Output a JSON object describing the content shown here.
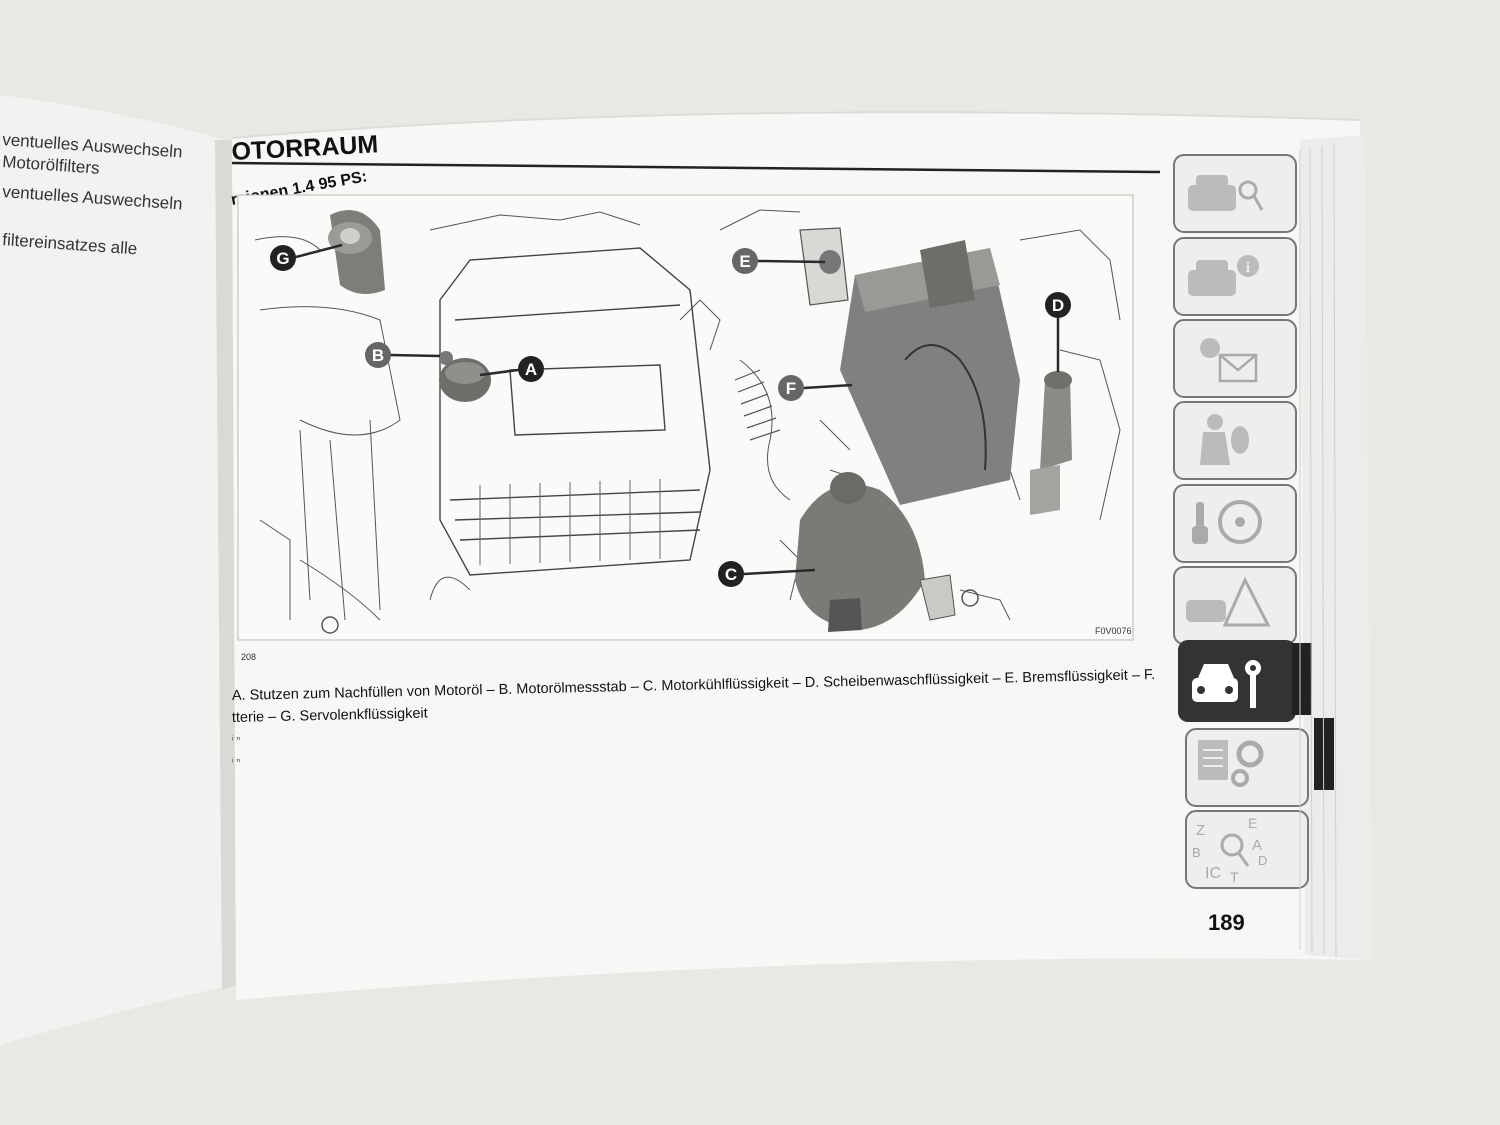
{
  "colors": {
    "background": "#e9e9e6",
    "left_page": "#f4f4f2",
    "right_page": "#f7f7f5",
    "callout": "#555555",
    "active_tab": "#333333"
  },
  "left_page": {
    "lines": [
      "ventuelles Auswechseln",
      "Motorölfilters",
      "ventuelles Auswechseln",
      "filtereinsatzes alle"
    ]
  },
  "right_page": {
    "section_title": "OTORRAUM",
    "subtitle": "rsionen 1.4 95 PS:",
    "figure_code": "F0V0076",
    "figure_number": "208",
    "caption_line1": "A. Stutzen zum Nachfüllen von Motoröl – B. Motorölmessstab – C. Motorkühlflüssigkeit – D. Scheibenwaschflüssigkeit – E. Bremsflüssigkeit – F.",
    "caption_line2": "tterie – G. Servolenkflüssigkeit",
    "note1": "ᵢ ₙ",
    "note2": "ᵢ ₙ",
    "page_number": "189"
  },
  "callouts": [
    "A",
    "B",
    "C",
    "D",
    "E",
    "F",
    "G"
  ],
  "tabs": [
    {
      "icon": "car-search-icon",
      "active": false
    },
    {
      "icon": "car-info-icon",
      "active": false
    },
    {
      "icon": "light-message-icon",
      "active": false
    },
    {
      "icon": "airbag-person-icon",
      "active": false
    },
    {
      "icon": "key-steering-icon",
      "active": false
    },
    {
      "icon": "car-warning-icon",
      "active": false
    },
    {
      "icon": "car-wrench-icon",
      "active": true
    },
    {
      "icon": "data-gear-icon",
      "active": false
    },
    {
      "icon": "alphabet-index-icon",
      "active": false
    }
  ]
}
